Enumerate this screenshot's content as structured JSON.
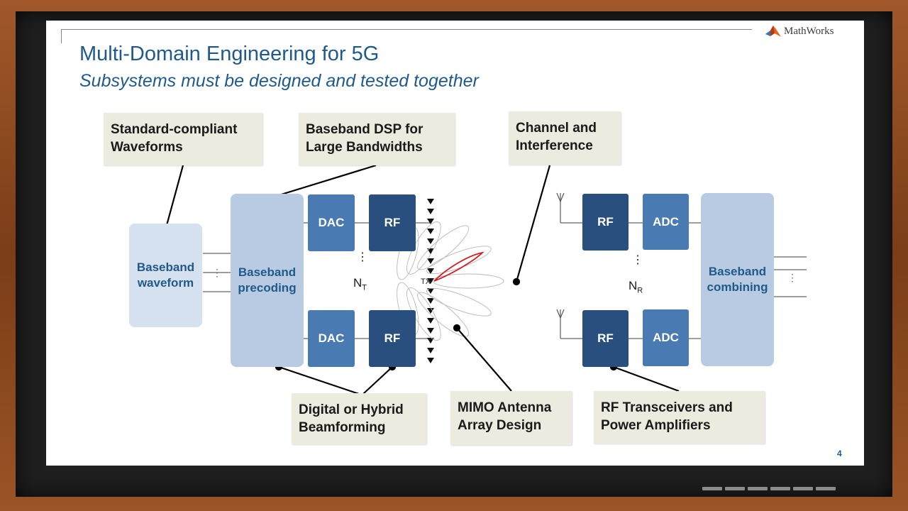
{
  "brand": {
    "name": "MathWorks"
  },
  "slide": {
    "title": "Multi-Domain Engineering for 5G",
    "subtitle": "Subsystems must be designed and tested together",
    "page_number": "4"
  },
  "callouts": {
    "waveforms": [
      "Standard-compliant",
      "Waveforms"
    ],
    "baseband_dsp": [
      "Baseband DSP for",
      "Large Bandwidths"
    ],
    "channel": [
      "Channel and",
      "Interference"
    ],
    "beamforming": [
      "Digital or Hybrid",
      "Beamforming"
    ],
    "mimo": [
      "MIMO Antenna",
      "Array Design"
    ],
    "rf_transceivers": [
      "RF Transceivers and",
      "Power Amplifiers"
    ]
  },
  "blocks": {
    "baseband_waveform": [
      "Baseband",
      "waveform"
    ],
    "baseband_precoding": [
      "Baseband",
      "precoding"
    ],
    "dac": "DAC",
    "rf": "RF",
    "adc": "ADC",
    "baseband_combining": [
      "Baseband",
      "combining"
    ]
  },
  "labels": {
    "nt": "N",
    "nt_sub": "T",
    "nr": "N",
    "nr_sub": "R",
    "tx": "TX",
    "vdots": "⋮"
  },
  "colors": {
    "title": "#1f5a8a",
    "dac_block": "#4a7ab2",
    "rf_block": "#294f7e",
    "callout_bg": "#ecebe0",
    "beam_highlight": "#d01c24"
  }
}
